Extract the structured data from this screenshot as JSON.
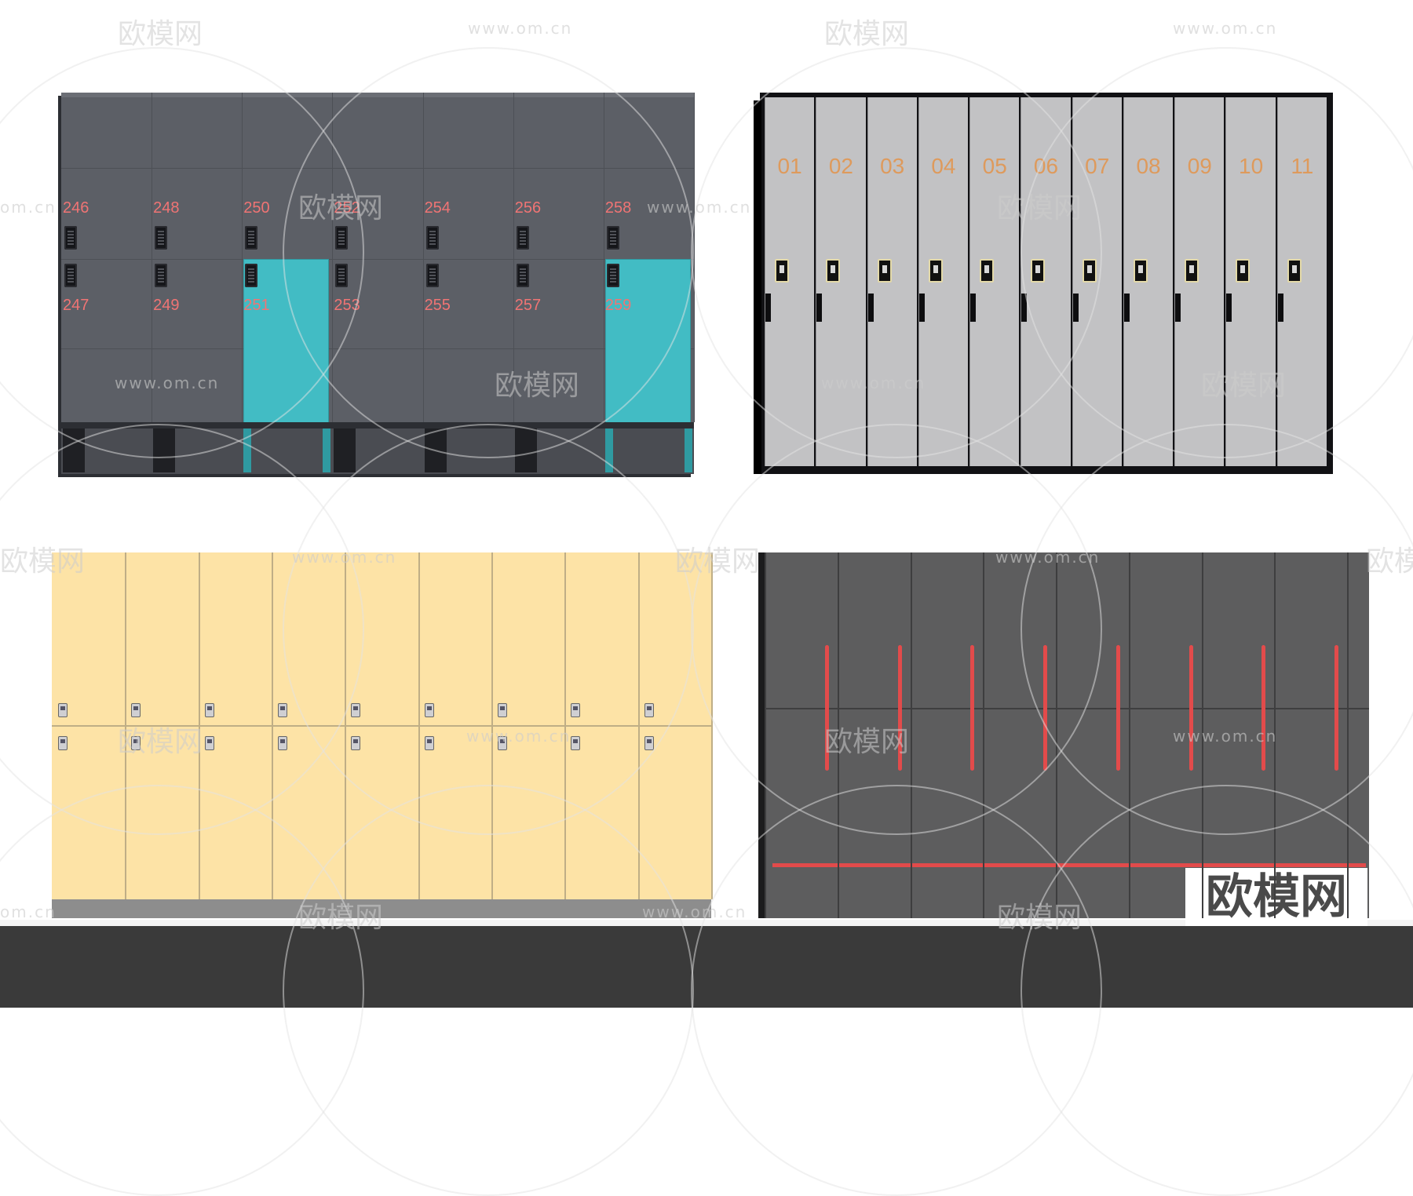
{
  "lockerA": {
    "top_numbers": [
      "246",
      "248",
      "250",
      "252",
      "254",
      "256",
      "258"
    ],
    "bottom_numbers": [
      "247",
      "249",
      "251",
      "253",
      "255",
      "257",
      "259"
    ]
  },
  "lockerB": {
    "doors": [
      "01",
      "02",
      "03",
      "04",
      "05",
      "06",
      "07",
      "08",
      "09",
      "10",
      "11"
    ]
  },
  "lockerD": {
    "brand_text": "欧模网"
  },
  "watermarks": {
    "logo": "欧模网",
    "url": "www.om.cn",
    "url_short": "om.cn",
    "logo_fragment": "欧模网"
  },
  "colors": {
    "lockerA_body": "#5c5f66",
    "lockerA_number": "#f07474",
    "lockerA_teal": "#42bcc4",
    "lockerB_door": "#c2c2c4",
    "lockerB_number": "#de9a5c",
    "lockerC_body": "#fde3a6",
    "lockerD_body": "#5d5d5e",
    "lockerD_handle": "#e24b4b",
    "floor": "#3a3a3a"
  }
}
